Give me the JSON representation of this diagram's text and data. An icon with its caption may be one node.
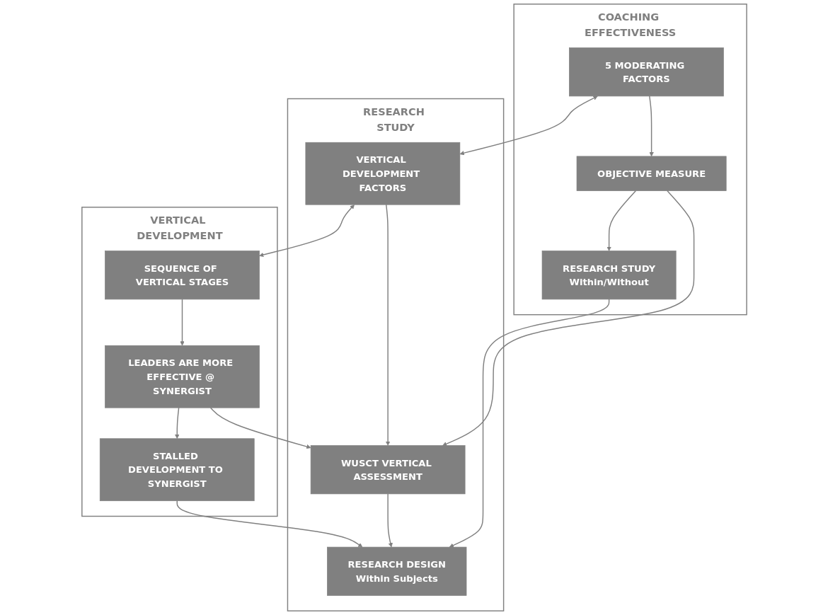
{
  "diagram": {
    "nodes": [
      {
        "text": [
          "COACHING EFFECTIVENESS"
        ]
      },
      {
        "text": [
          "5 MODERATING FACTORS"
        ],
        "in": 0
      },
      {
        "text": [
          "OBJECTIVE MEASURE"
        ],
        "in": 0
      },
      {
        "text": [
          "RESEARCH STUDY",
          "Within/Without"
        ],
        "in": 0
      },
      {
        "text": [
          "RESEARCH STUDY"
        ]
      },
      {
        "text": [
          "VERTICAL DEVELOPMENT FACTORS"
        ],
        "in": 4
      },
      {
        "text": [
          "WUSCT VERTICAL ASSESSMENT"
        ],
        "in": 4
      },
      {
        "text": [
          "RESEARCH DESIGN",
          "Within Subjects"
        ],
        "in": 4
      },
      {
        "text": [
          "VERTICAL DEVELOPMENT"
        ]
      },
      {
        "text": [
          "SEQUENCE OF VERTICAL STAGES"
        ],
        "in": 8
      },
      {
        "text": [
          "LEADERS ARE MORE EFFECTIVE @ SYNERGIST"
        ],
        "in": 8
      },
      {
        "text": [
          "STALLED DEVELOPMENT TO SYNERGIST"
        ],
        "in": 8
      }
    ],
    "edges": [
      {
        "from": 1,
        "to": 5,
        "arrow": "both"
      },
      {
        "from": 5,
        "to": 9,
        "arrow": "both"
      },
      {
        "from": 1,
        "to": 2,
        "arrow": "to"
      },
      {
        "from": 2,
        "to": 3,
        "arrow": "to"
      },
      {
        "from": 5,
        "to": 6,
        "arrow": "to"
      },
      {
        "from": 6,
        "to": 7,
        "arrow": "to"
      },
      {
        "from": 9,
        "to": 10,
        "arrow": "to"
      },
      {
        "from": 10,
        "to": 11,
        "arrow": "to"
      },
      {
        "from": 2,
        "to": 6,
        "arrow": "to"
      },
      {
        "from": 10,
        "to": 6,
        "arrow": "to"
      },
      {
        "from": 3,
        "to": 7,
        "arrow": "to"
      },
      {
        "from": 11,
        "to": 7,
        "arrow": "to"
      }
    ]
  }
}
